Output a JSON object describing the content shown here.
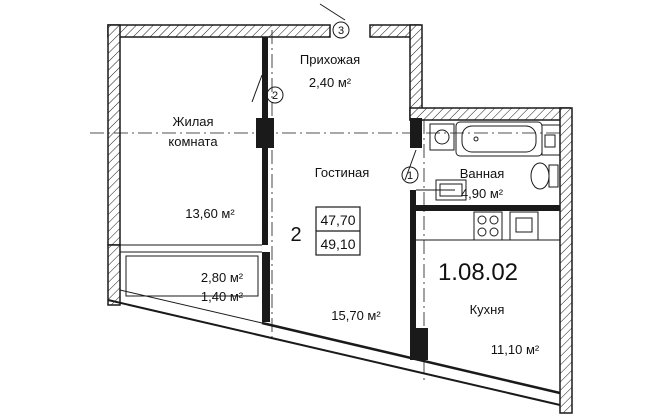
{
  "plan": {
    "apartment_number": "1.08.02",
    "rooms_count": "2",
    "area_total": "47,70",
    "area_total_with_balcony": "49,10",
    "rooms": [
      {
        "key": "hall",
        "name": "Прихожая",
        "area": "2,40 м²"
      },
      {
        "key": "living",
        "name_line1": "Жилая",
        "name_line2": "комната",
        "area": "13,60 м²"
      },
      {
        "key": "lounge",
        "name": "Гостиная",
        "area": "15,70 м²"
      },
      {
        "key": "bath",
        "name": "Ванная",
        "area": "4,90 м²"
      },
      {
        "key": "kitchen",
        "name": "Кухня",
        "area": "11,10 м²"
      },
      {
        "key": "balcony",
        "area": "2,80 м²",
        "area_reduced": "1,40 м²"
      }
    ],
    "markers": [
      "3",
      "2",
      "1"
    ]
  }
}
